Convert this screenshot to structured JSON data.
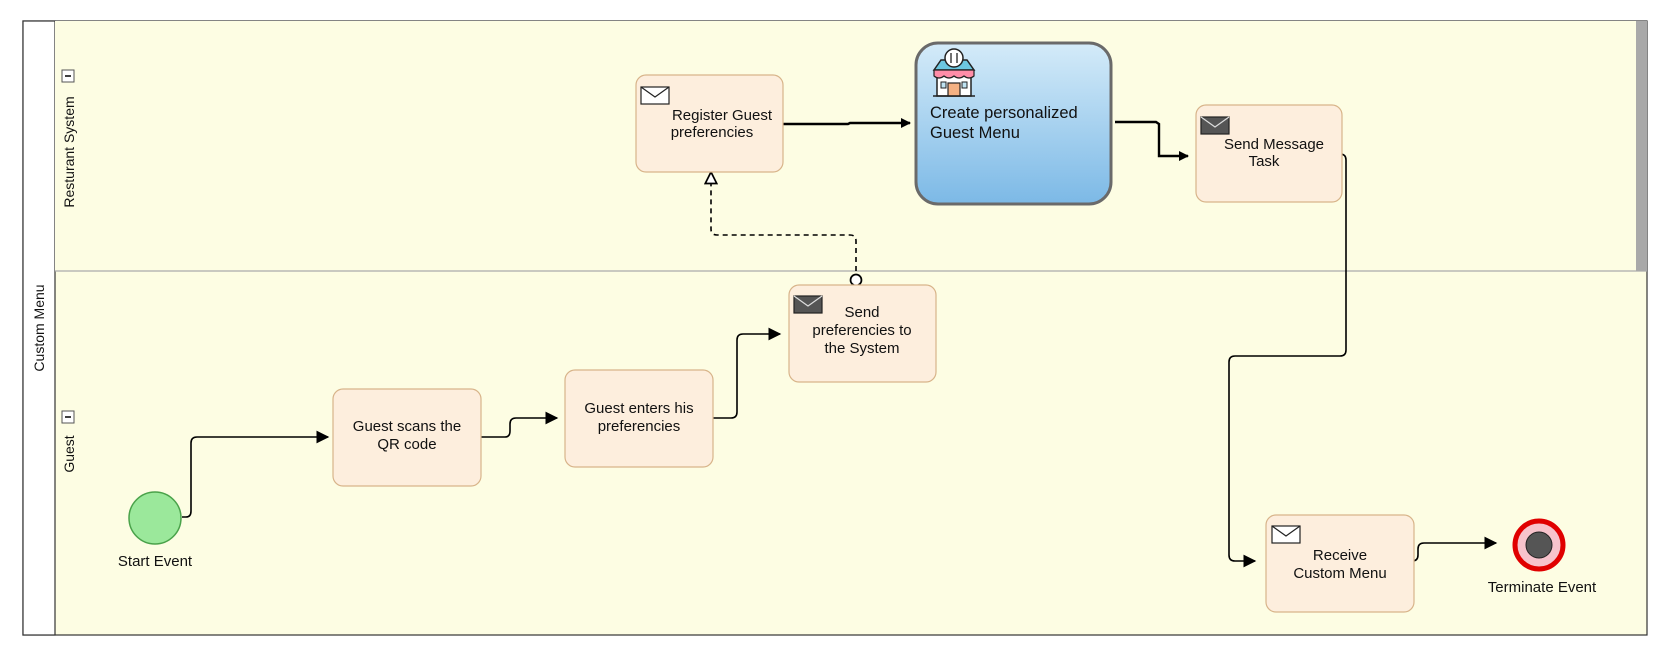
{
  "pool": {
    "label": "Custom Menu"
  },
  "lanes": [
    {
      "label": "Resturant System"
    },
    {
      "label": "Guest"
    }
  ],
  "tasks": {
    "register": {
      "lines": [
        "Register Guest",
        "preferencies"
      ]
    },
    "create": {
      "lines": [
        "Create personalized",
        "Guest Menu"
      ]
    },
    "send_message": {
      "lines": [
        "Send Message",
        "Task"
      ]
    },
    "send_pref": {
      "lines": [
        "Send",
        "preferencies to",
        "the System"
      ]
    },
    "scan": {
      "lines": [
        "Guest scans the",
        "QR code"
      ]
    },
    "enter": {
      "lines": [
        "Guest enters his",
        "preferencies"
      ]
    },
    "receive": {
      "lines": [
        "Receive",
        "Custom Menu"
      ]
    }
  },
  "events": {
    "start": {
      "label": "Start Event"
    },
    "terminate": {
      "label": "Terminate Event"
    }
  },
  "colors": {
    "lane_bg": "#fdfde3",
    "task_fill": "#fdeedd",
    "task_stroke": "#d8b48a",
    "highlight_fill": "#a8d0ee",
    "start_fill": "#9be89b",
    "terminate_ring": "#e00000"
  }
}
